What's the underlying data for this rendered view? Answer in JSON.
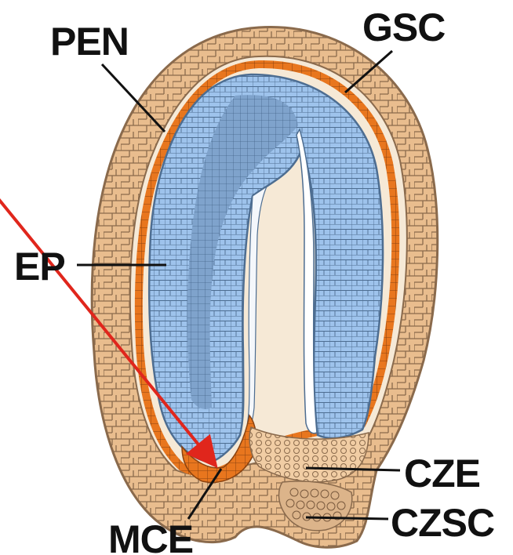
{
  "labels": {
    "pen": "PEN",
    "gsc": "GSC",
    "ep": "EP",
    "cze": "CZE",
    "czsc": "CZSC",
    "mce": "MCE"
  },
  "colors": {
    "seed_coat": "#e9bd8e",
    "seed_coat_stroke": "#8a6a4c",
    "endosperm_layer": "#e8761e",
    "embryo": "#9ec3ec",
    "embryo_dark": "#7fa3cc",
    "embryo_stroke": "#4d6d91",
    "chalazal": "#f1cda4",
    "arrow": "#e0261c",
    "leader": "#111111"
  },
  "icons": {
    "arrow": "red-arrow-icon"
  }
}
